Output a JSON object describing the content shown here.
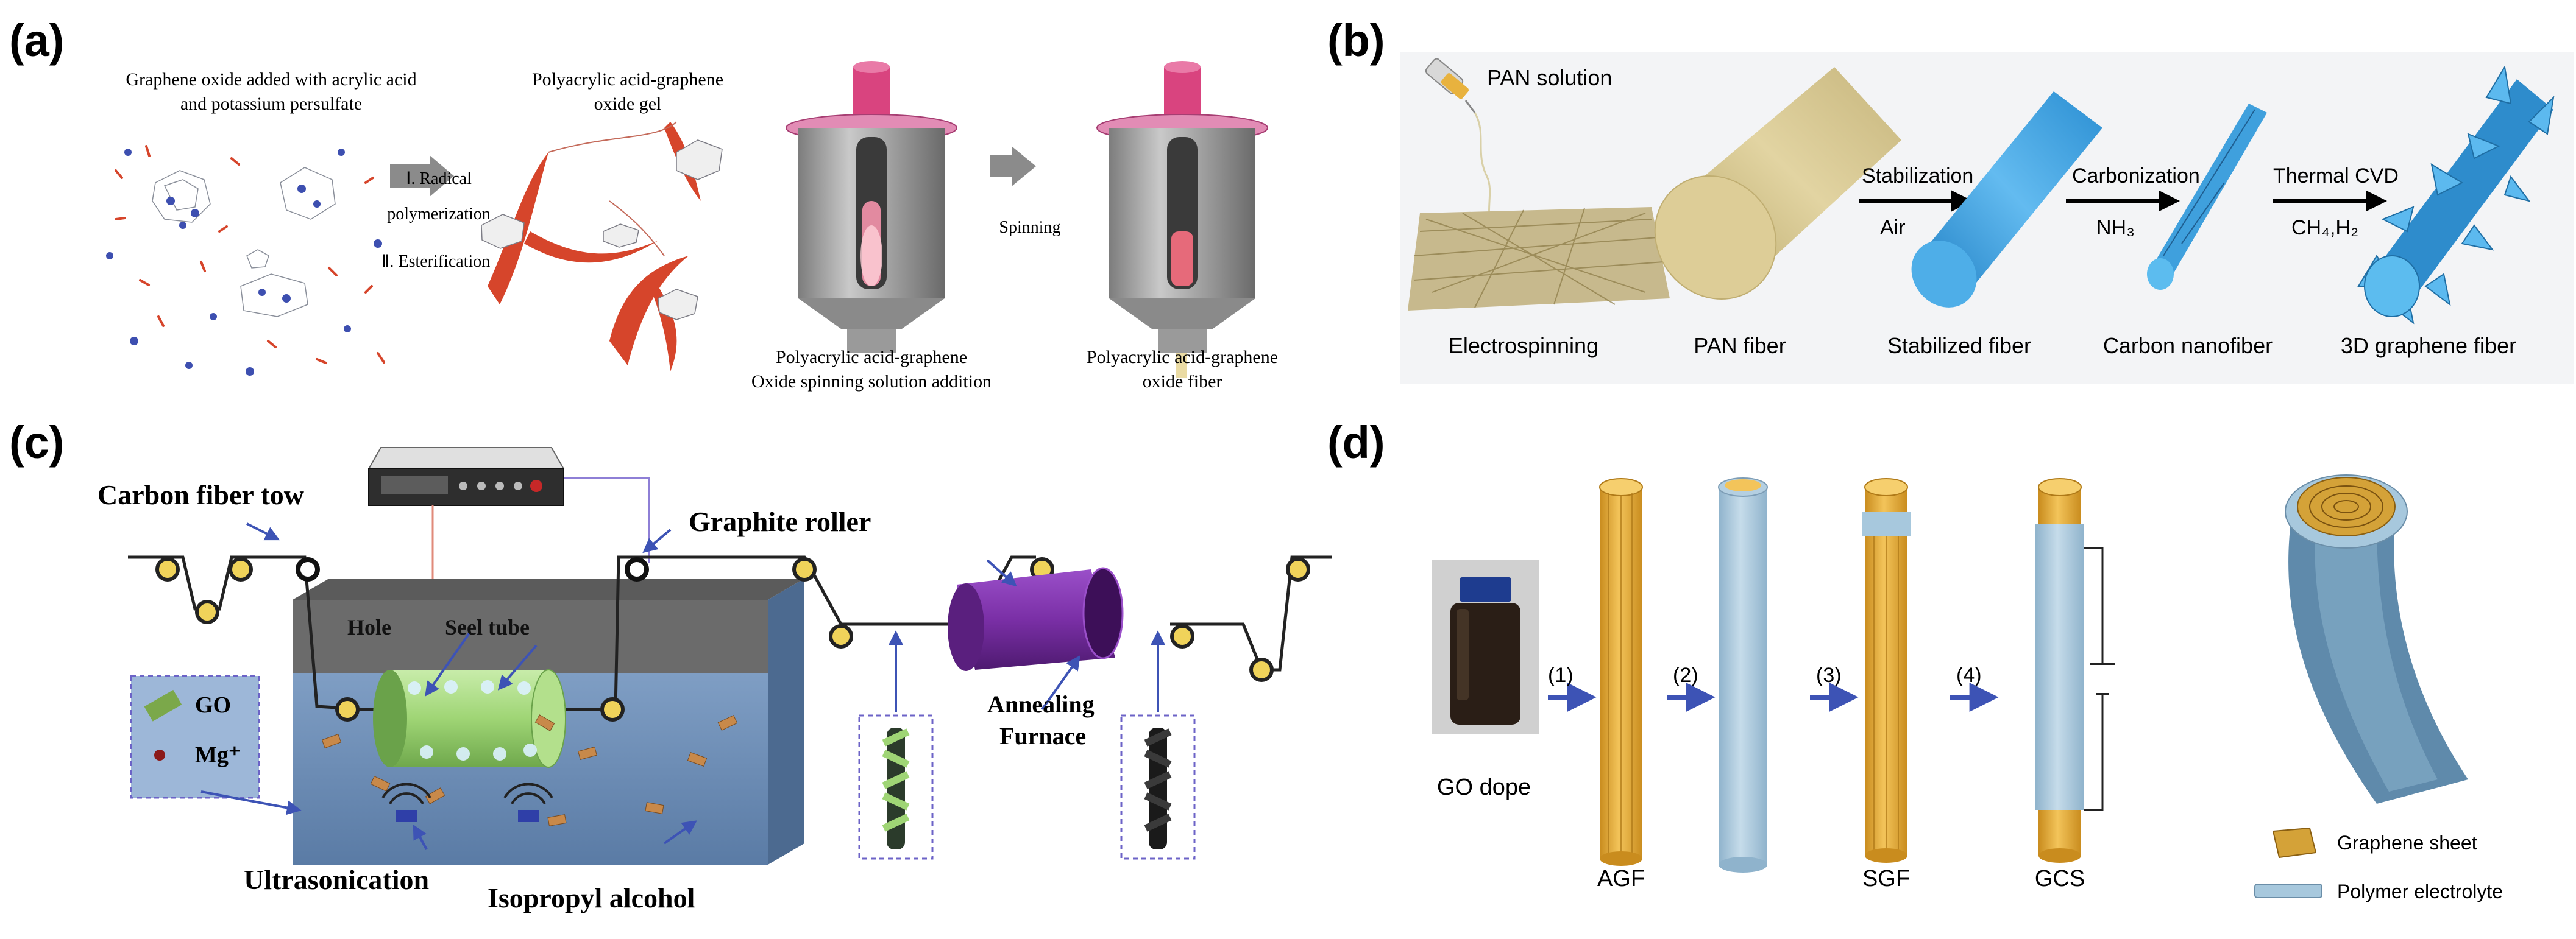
{
  "panels": {
    "a": {
      "letter": "(a)",
      "graphene_oxide_added": [
        "Graphene oxide added with acrylic acid",
        "and potassium persulfate"
      ],
      "gel_label": [
        "Polyacrylic acid-graphene",
        "oxide gel"
      ],
      "step_radical": [
        "Ⅰ. Radical",
        "polymerization"
      ],
      "step_ester": "Ⅱ. Esterification",
      "spinning": "Spinning",
      "solution_addition": [
        "Polyacrylic acid-graphene",
        "Oxide spinning solution addition"
      ],
      "fiber_label": [
        "Polyacrylic acid-graphene",
        "oxide fiber"
      ]
    },
    "b": {
      "letter": "(b)",
      "pan_solution": "PAN solution",
      "stabilization": "Stabilization",
      "air": "Air",
      "carbonization": "Carbonization",
      "nh3": "NH₃",
      "thermal_cvd": "Thermal CVD",
      "ch4h2": "CH₄,H₂",
      "captions": [
        "Electrospinning",
        "PAN fiber",
        "Stabilized fiber",
        "Carbon nanofiber",
        "3D graphene fiber"
      ]
    },
    "c": {
      "letter": "(c)",
      "carbon_fiber_tow": "Carbon fiber tow",
      "graphite_roller": "Graphite roller",
      "hole": "Hole",
      "seel_tube": "Seel tube",
      "go": "GO",
      "mg": "Mg⁺",
      "annealing": [
        "Annealing",
        "Furnace"
      ],
      "ultrasonication": "Ultrasonication",
      "isopropyl": "Isopropyl alcohol"
    },
    "d": {
      "letter": "(d)",
      "go_dope": "GO dope",
      "steps": [
        "(1)",
        "(2)",
        "(3)",
        "(4)"
      ],
      "fiber_labels": [
        "AGF",
        "SGF",
        "GCS"
      ],
      "legend_graphene": "Graphene sheet",
      "legend_polymer": "Polymer electrolyte"
    }
  },
  "colors": {
    "red_fiber": "#d6452b",
    "pink": "#d9447f",
    "tan": "#d8c890",
    "blue_fiber": "#3fa0dd",
    "gold": "#e8b23e",
    "lightblue": "#a7c8dd",
    "tank_blue": "#6e90b8",
    "tube_green": "#a9d880",
    "purple": "#7a2fa6",
    "arrow_blue": "#3d53b5"
  }
}
